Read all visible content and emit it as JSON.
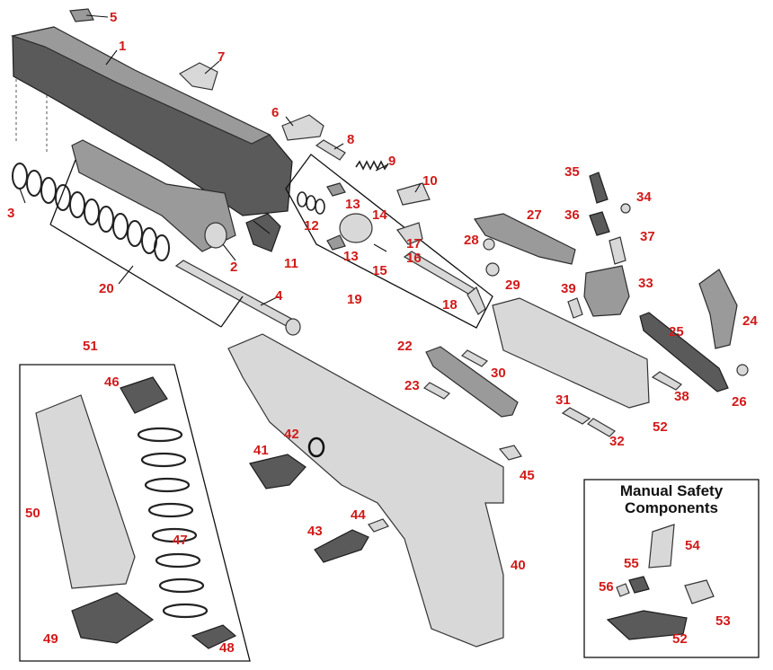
{
  "diagram": {
    "labels": {
      "p1": "1",
      "p2": "2",
      "p3": "3",
      "p4": "4",
      "p5": "5",
      "p6": "6",
      "p7": "7",
      "p8": "8",
      "p9": "9",
      "p10": "10",
      "p11": "11",
      "p12": "12",
      "p13a": "13",
      "p13b": "13",
      "p14": "14",
      "p15": "15",
      "p16": "16",
      "p17": "17",
      "p18": "18",
      "p19": "19",
      "p20": "20",
      "p22": "22",
      "p23": "23",
      "p24": "24",
      "p25": "25",
      "p26": "26",
      "p27": "27",
      "p28": "28",
      "p29": "29",
      "p30": "30",
      "p31": "31",
      "p32": "32",
      "p33": "33",
      "p34": "34",
      "p35": "35",
      "p36": "36",
      "p37": "37",
      "p38": "38",
      "p39": "39",
      "p40": "40",
      "p41": "41",
      "p42": "42",
      "p43": "43",
      "p44": "44",
      "p45": "45",
      "p46": "46",
      "p47": "47",
      "p48": "48",
      "p49": "49",
      "p50": "50",
      "p51": "51",
      "p52a": "52",
      "p52b": "52",
      "p53": "53",
      "p54": "54",
      "p55": "55",
      "p56": "56"
    },
    "manual_safety_title_line1": "Manual Safety",
    "manual_safety_title_line2": "Components"
  }
}
